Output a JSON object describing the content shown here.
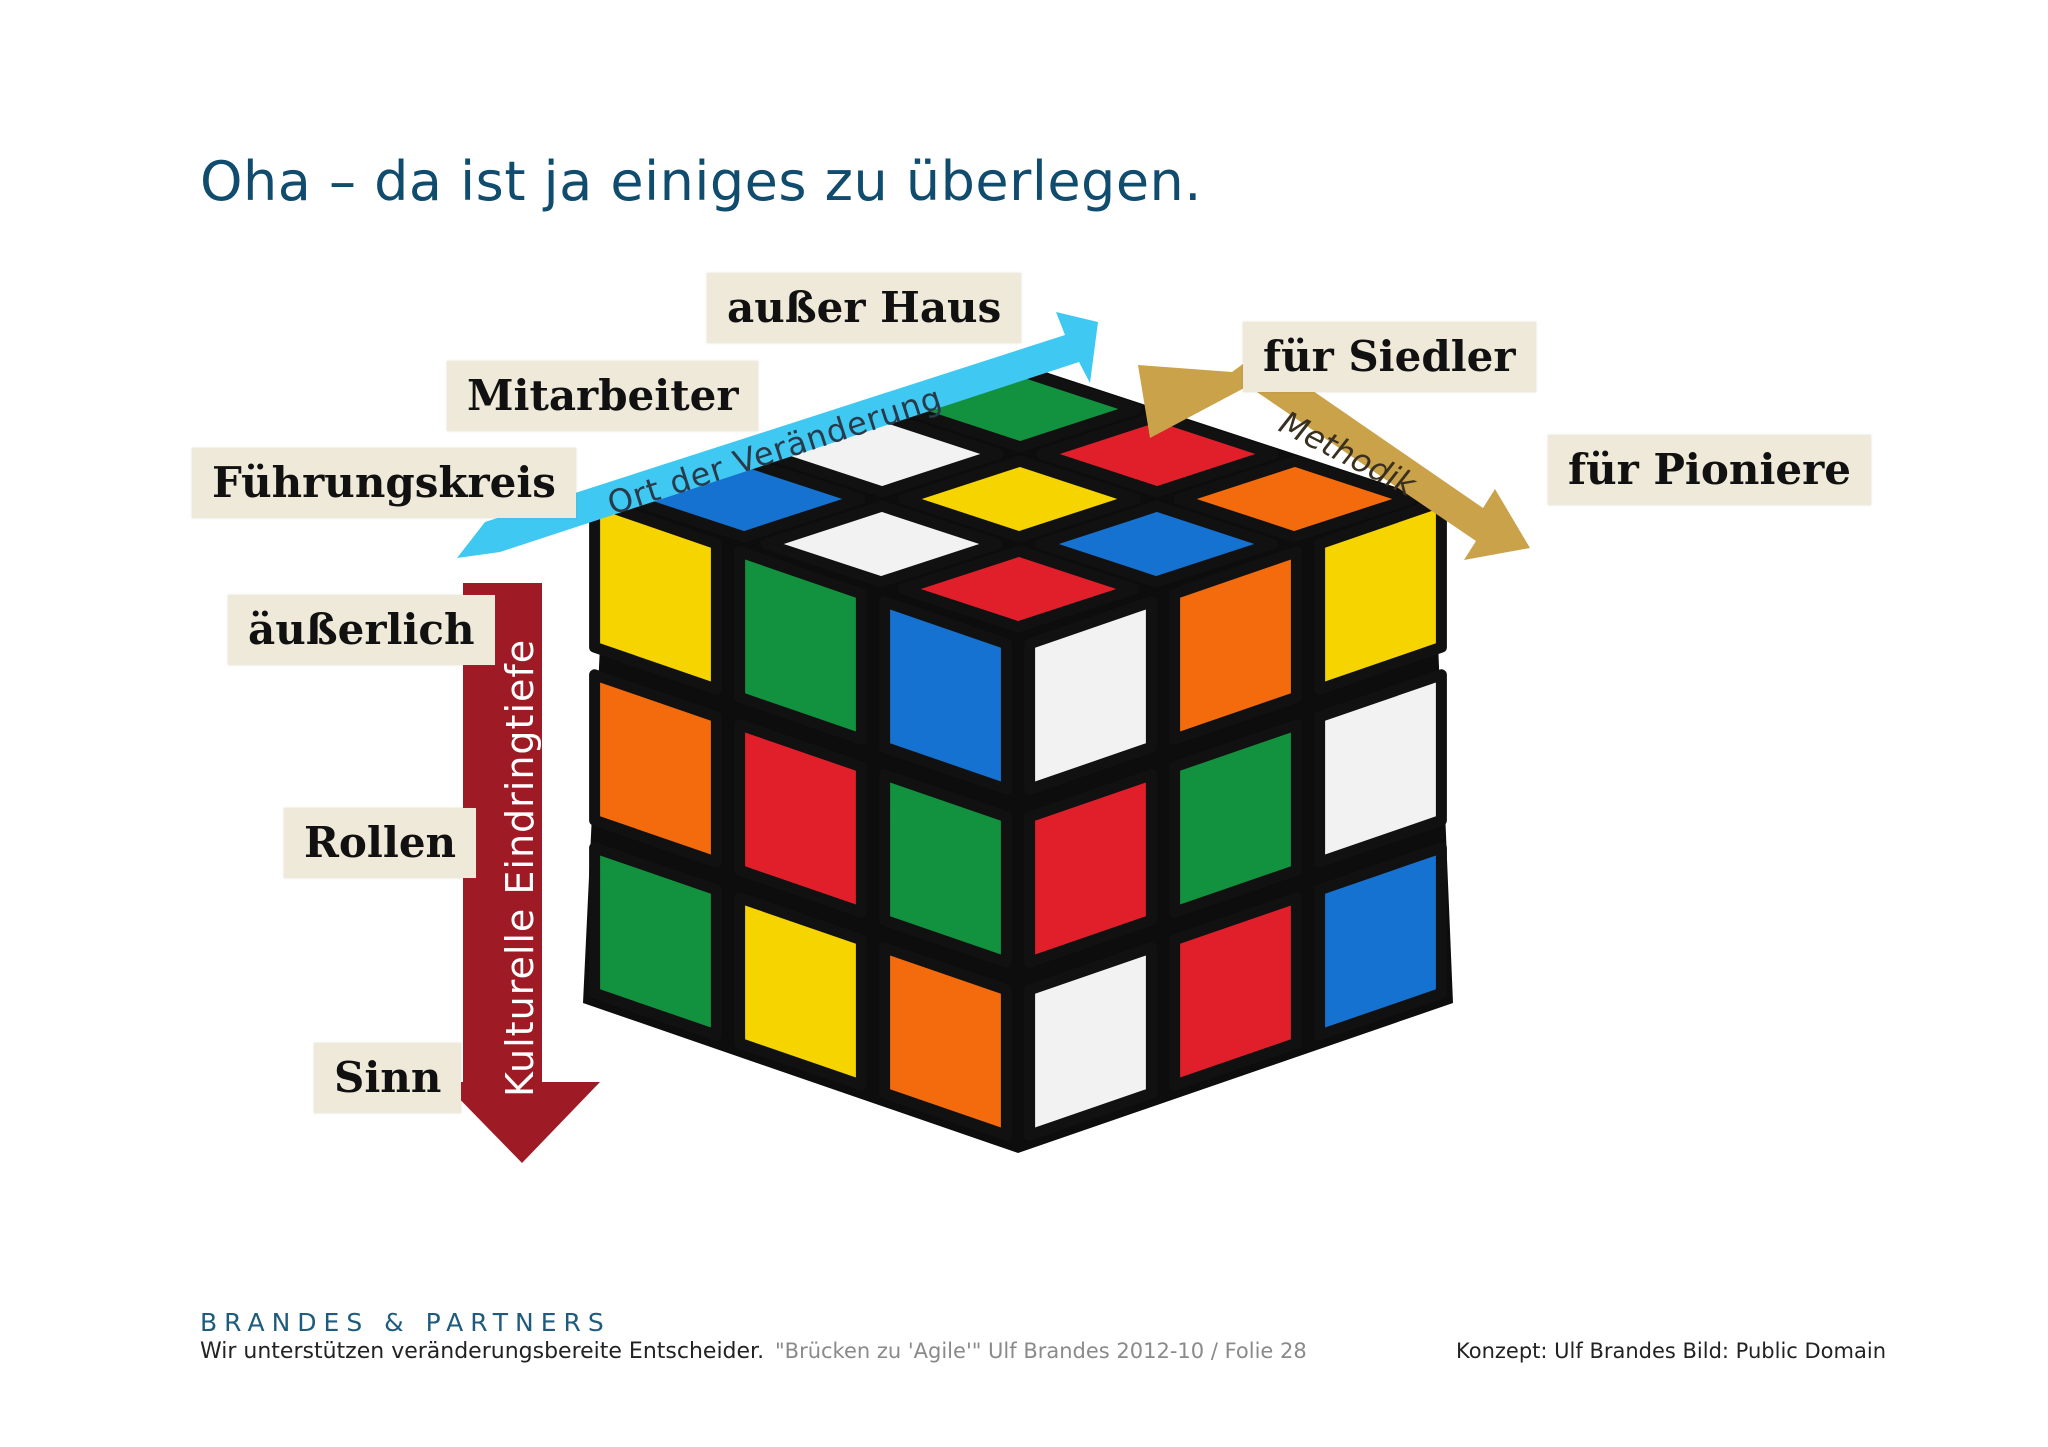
{
  "title": "Oha – da ist ja einiges zu überlegen.",
  "labels": {
    "ausser_haus": "außer Haus",
    "mitarbeiter": "Mitarbeiter",
    "fuehrungskreis": "Führungskreis",
    "fuer_siedler": "für Siedler",
    "fuer_pioniere": "für Pioniere",
    "aeusserlich": "äußerlich",
    "rollen": "Rollen",
    "sinn": "Sinn"
  },
  "arrows": {
    "ort": {
      "text": "Ort der Veränderung",
      "color": "#3fc8f2"
    },
    "methodik": {
      "text": "Methodik",
      "color": "#caa24a"
    },
    "eindringtiefe": {
      "text": "Kulturelle Eindringtiefe",
      "color": "#9e1b26"
    }
  },
  "cube": {
    "image_alt": "Rubik's Cube",
    "top_face": [
      [
        "green",
        "red",
        "orange"
      ],
      [
        "white",
        "yellow",
        "blue"
      ],
      [
        "blue",
        "white",
        "red"
      ]
    ],
    "left_face": [
      [
        "yellow",
        "green",
        "blue"
      ],
      [
        "orange",
        "red",
        "green"
      ],
      [
        "green",
        "yellow",
        "orange"
      ]
    ],
    "right_face": [
      [
        "white",
        "orange",
        "yellow"
      ],
      [
        "red",
        "green",
        "white"
      ],
      [
        "white",
        "red",
        "blue"
      ]
    ],
    "colors": {
      "red": "#e01f2b",
      "green": "#12923f",
      "blue": "#1672d0",
      "yellow": "#f6d400",
      "orange": "#f46b0e",
      "white": "#f2f2f2"
    }
  },
  "footer": {
    "brand": "BRANDES & PARTNERS",
    "tagline": "Wir unterstützen veränderungsbereite Entscheider.",
    "center": "\"Brücken zu 'Agile'\" Ulf Brandes 2012-10 / Folie 28",
    "right": "Konzept: Ulf Brandes  Bild: Public Domain"
  }
}
